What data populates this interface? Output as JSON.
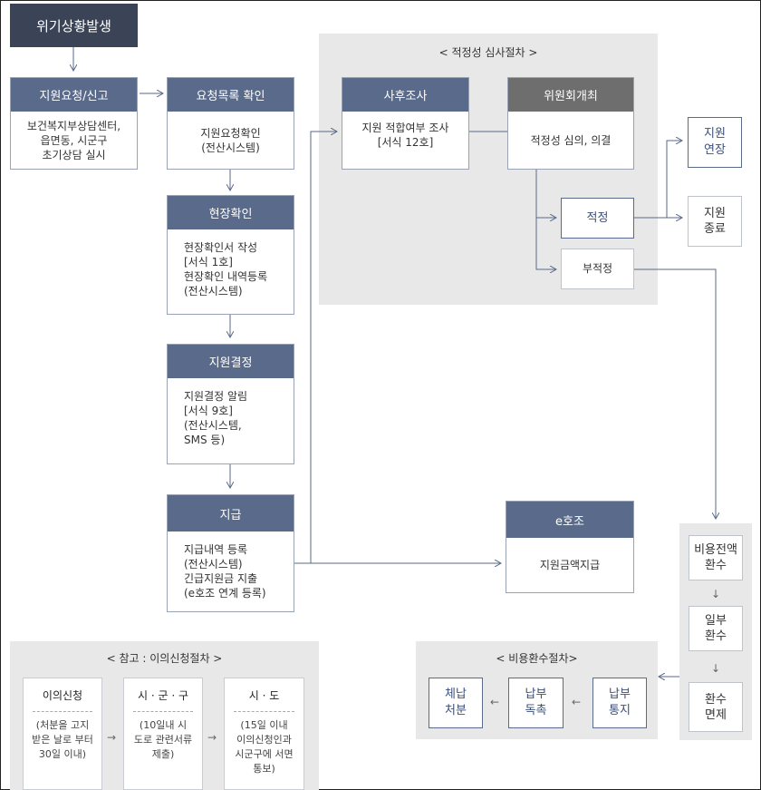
{
  "start": "위기상황발생",
  "request": {
    "title": "지원요청/신고",
    "body": "보건복지부상담센터,\n읍면동, 시군구\n초기상담 실시"
  },
  "list_check": {
    "title": "요청목록 확인",
    "body": "지원요청확인\n(전산시스템)"
  },
  "site_check": {
    "title": "현장확인",
    "body": "현장확인서 작성\n[서식 1호]\n현장확인 내역등록\n(전산시스템)"
  },
  "decision": {
    "title": "지원결정",
    "body": "지원결정 알림\n[서식 9호]\n(전산시스템,\nSMS 등)"
  },
  "payment": {
    "title": "지급",
    "body": "지급내역 등록\n(전산시스템)\n긴급지원금 지출\n(e호조 연계 등록)"
  },
  "review_area": {
    "title": "< 적정성 심사절차 >"
  },
  "post_survey": {
    "title": "사후조사",
    "body": "지원 적합여부 조사\n[서식 12호]"
  },
  "committee": {
    "title": "위원회개최",
    "body": "적정성 심의, 의결"
  },
  "proper": "적정",
  "improper": "부적정",
  "extend": "지원\n연장",
  "end": "지원\n종료",
  "ehojo": {
    "title": "e호조",
    "body": "지원금액지급"
  },
  "refund_area": {
    "items": [
      "비용전액\n환수",
      "일부\n환수",
      "환수\n면제"
    ],
    "arrow": "↓"
  },
  "refund_proc": {
    "title": "< 비용환수절차>",
    "items": [
      "체납\n처분",
      "납부\n독촉",
      "납부\n통지"
    ],
    "arrow": "←"
  },
  "objection": {
    "title": "< 참고 : 이의신청절차 >",
    "items": [
      {
        "head": "이의신청",
        "body": "(처분을 고지\n받은 날로 부터\n30일 이내)"
      },
      {
        "head": "시 · 군 · 구",
        "body": "(10일내 시\n도로 관련서류\n제출)"
      },
      {
        "head": "시 · 도",
        "body": "(15일 이내\n이의신청인과\n시군구에 서면\n통보)"
      }
    ],
    "arrow": "→"
  },
  "colors": {
    "header": "#5a6a8a",
    "header_gray": "#6e6e6e",
    "start": "#3b4356",
    "area": "#e8e8e8",
    "line": "#5a6a8a"
  }
}
